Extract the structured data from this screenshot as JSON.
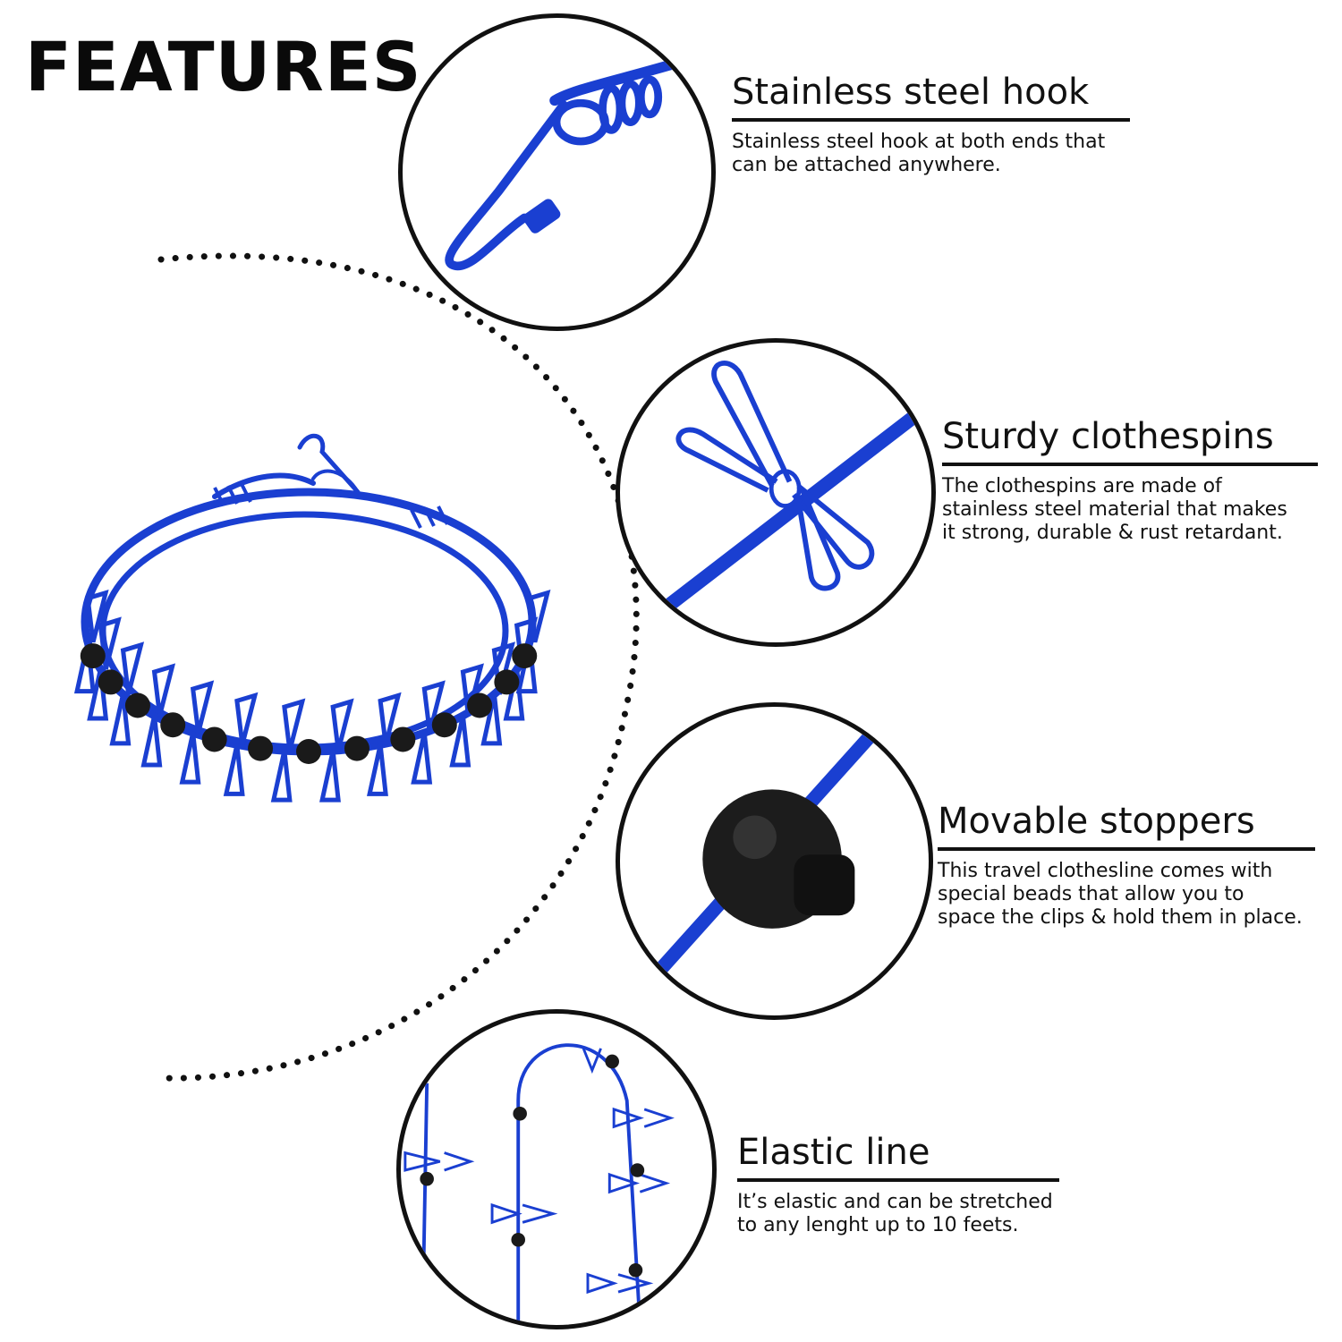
{
  "page": {
    "heading": "FEATURES"
  },
  "colors": {
    "cord_blue": "#1a3fd1",
    "stopper_black": "#1a1a1a",
    "outline": "#111111"
  },
  "features": [
    {
      "title": "Stainless steel hook",
      "description": "Stainless steel hook at both ends that\ncan be attached anywhere.",
      "image_icon": "hook-icon"
    },
    {
      "title": "Sturdy clothespins",
      "description": "The clothespins are made of\nstainless steel material that makes\nit strong, durable & rust retardant.",
      "image_icon": "clothespin-icon"
    },
    {
      "title": "Movable stoppers",
      "description": "This travel clothesline comes with\nspecial beads that allow you to\nspace the clips & hold them in place.",
      "image_icon": "stopper-icon"
    },
    {
      "title": "Elastic line",
      "description": "It’s elastic and can be stretched\nto any lenght up to 10 feets.",
      "image_icon": "elastic-line-icon"
    }
  ]
}
